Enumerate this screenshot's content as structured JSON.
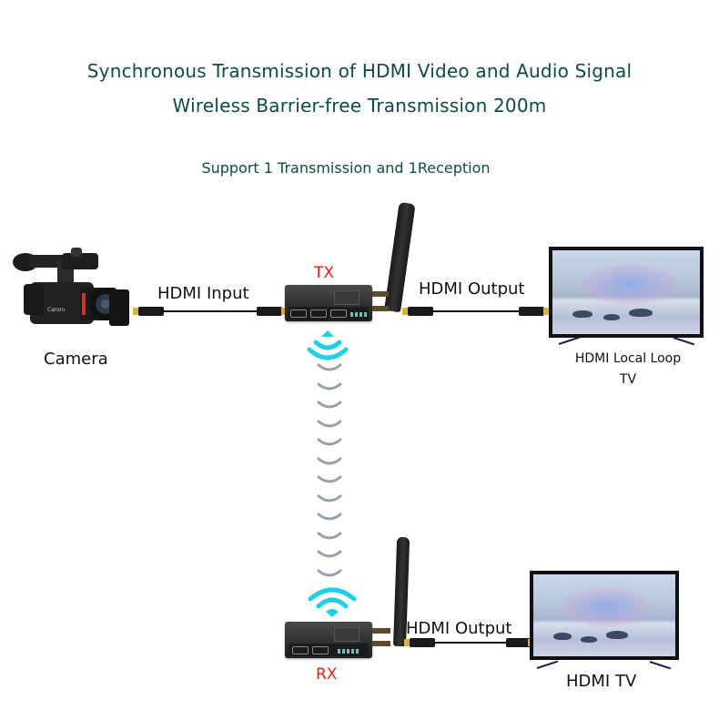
{
  "header": {
    "title_line1": "Synchronous Transmission of HDMI Video and Audio Signal",
    "title_line2": "Wireless Barrier-free Transmission 200m",
    "subtitle": "Support 1 Transmission and 1Reception"
  },
  "colors": {
    "title": "#0f4a44",
    "device_label": "#e0201b",
    "signal_active": "#1fd0e0",
    "signal_relay": "#9aa0aa",
    "hdmi_tip": "#d9b43a"
  },
  "diagram": {
    "camera": {
      "label": "Camera",
      "icon": "video-camera-icon"
    },
    "input_link": {
      "label": "HDMI Input"
    },
    "tx": {
      "label": "TX",
      "icon": "wireless-transmitter-icon"
    },
    "tx_output_link": {
      "label": "HDMI Output"
    },
    "loop_tv": {
      "label_line1": "HDMI Local Loop",
      "label_line2": "TV",
      "icon": "tv-icon"
    },
    "wireless_link": {
      "icon": "wifi-signal-icon",
      "relay_arcs": 12
    },
    "rx": {
      "label": "RX",
      "icon": "wireless-receiver-icon"
    },
    "rx_output_link": {
      "label": "HDMI Output"
    },
    "rx_tv": {
      "label": "HDMI TV",
      "icon": "tv-icon"
    }
  }
}
